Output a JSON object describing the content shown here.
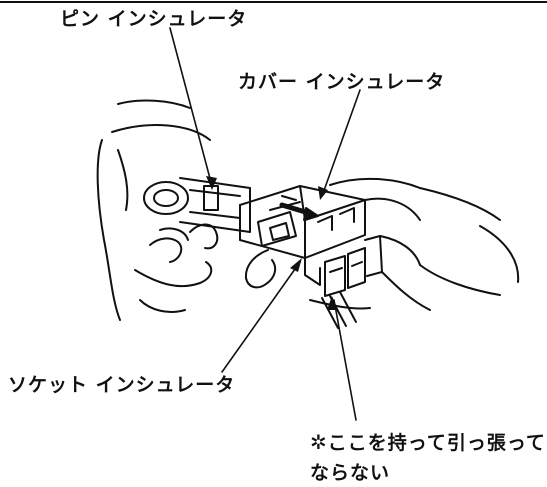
{
  "labels": {
    "pin_insulator": "ピン インシュレータ",
    "cover_insulator": "カバー インシュレータ",
    "socket_insulator": "ソケット インシュレータ",
    "note_mark": "✲",
    "note_line1": "ここを持って引っ張っては",
    "note_line2": "ならない"
  },
  "colors": {
    "ink": "#111111",
    "background": "#ffffff"
  },
  "icons": {
    "note_mark": "caution-asterisk-icon",
    "arrow": "push-direction-arrow-icon"
  }
}
